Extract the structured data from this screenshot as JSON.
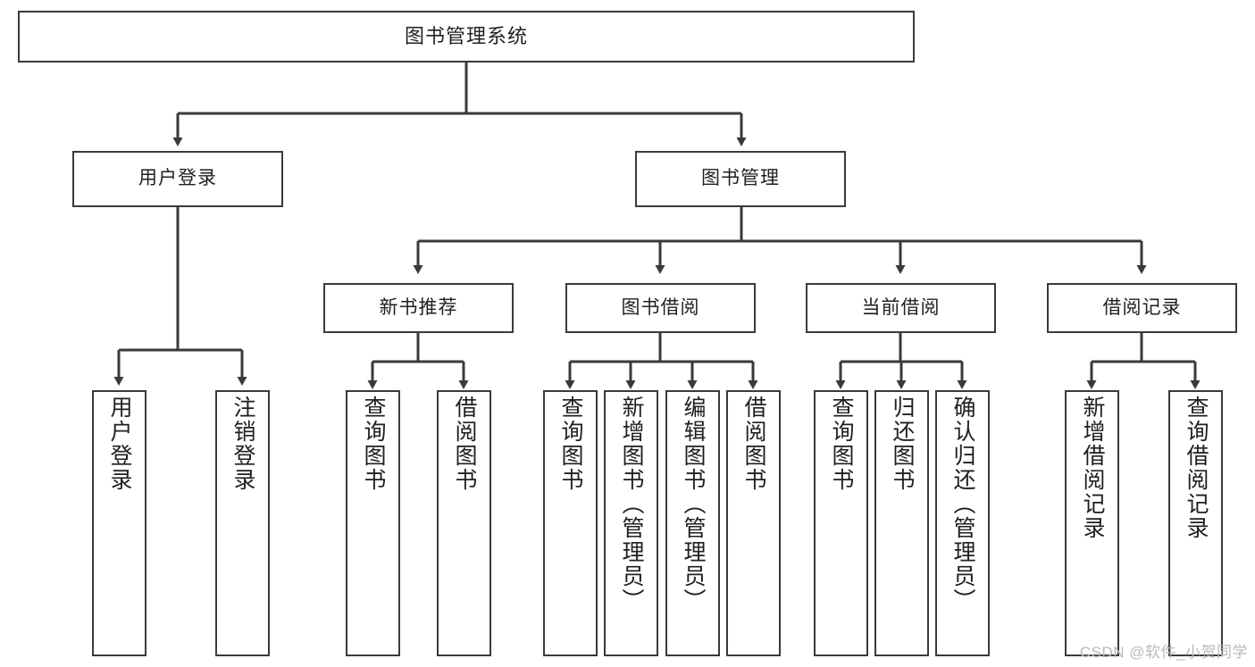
{
  "diagram": {
    "title": "图书管理系统",
    "type": "tree",
    "watermark": "CSDN @软件_小贺同学",
    "colors": {
      "stroke": "#3a3a3a",
      "text": "#1f1f1f",
      "background": "#ffffff",
      "watermark": "#b9b9b9"
    },
    "root": {
      "label": "图书管理系统"
    },
    "level1": [
      {
        "label": "用户登录"
      },
      {
        "label": "图书管理"
      }
    ],
    "level2": [
      {
        "label": "新书推荐",
        "parent": "图书管理"
      },
      {
        "label": "图书借阅",
        "parent": "图书管理"
      },
      {
        "label": "当前借阅",
        "parent": "图书管理"
      },
      {
        "label": "借阅记录",
        "parent": "图书管理"
      }
    ],
    "leaves": {
      "用户登录": [
        {
          "label": "用户登录"
        },
        {
          "label": "注销登录"
        }
      ],
      "新书推荐": [
        {
          "label": "查询图书"
        },
        {
          "label": "借阅图书"
        }
      ],
      "图书借阅": [
        {
          "label": "查询图书"
        },
        {
          "label": "新增图书（管理员）"
        },
        {
          "label": "编辑图书（管理员）"
        },
        {
          "label": "借阅图书"
        }
      ],
      "当前借阅": [
        {
          "label": "查询图书"
        },
        {
          "label": "归还图书"
        },
        {
          "label": "确认归还（管理员）"
        }
      ],
      "借阅记录": [
        {
          "label": "新增借阅记录"
        },
        {
          "label": "查询借阅记录"
        }
      ]
    }
  }
}
